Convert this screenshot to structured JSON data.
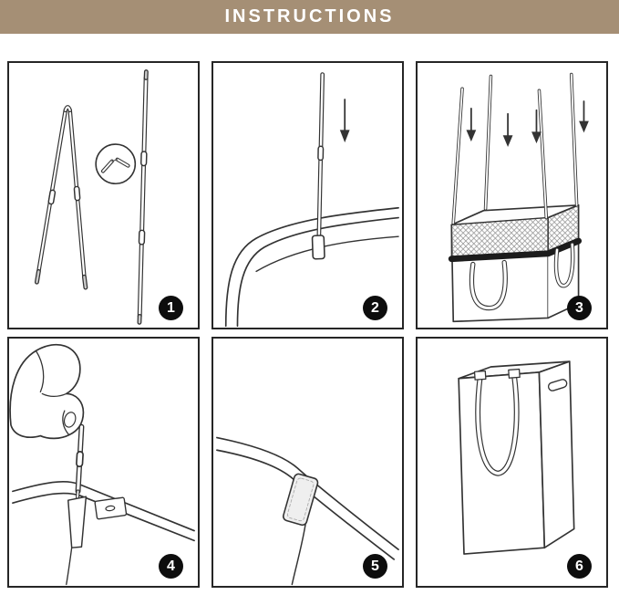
{
  "header": {
    "title": "INSTRUCTIONS"
  },
  "colors": {
    "header-bg": "#a58f75",
    "header-text": "#ffffff",
    "badge-bg": "#0d0d0d",
    "badge-text": "#ffffff",
    "panel-border": "#262626",
    "line": "#333333"
  },
  "steps": [
    {
      "number": "1"
    },
    {
      "number": "2"
    },
    {
      "number": "3"
    },
    {
      "number": "4"
    },
    {
      "number": "5"
    },
    {
      "number": "6"
    }
  ]
}
